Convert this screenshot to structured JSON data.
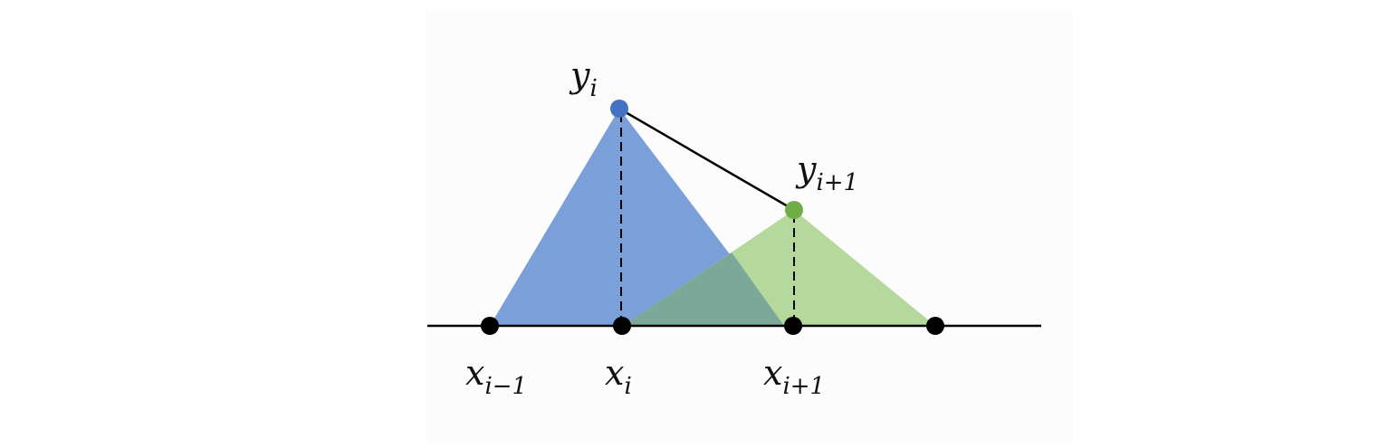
{
  "labels": {
    "y_i": {
      "base": "y",
      "sub": "i"
    },
    "y_i_plus_1": {
      "base": "y",
      "sub": "i+1"
    },
    "x_i_minus_1": {
      "base": "x",
      "sub": "i−1"
    },
    "x_i": {
      "base": "x",
      "sub": "i"
    },
    "x_i_plus_1": {
      "base": "x",
      "sub": "i+1"
    }
  },
  "colors": {
    "blue_fill": "#7b9fd8",
    "blue_point": "#4472c4",
    "green_fill": "#b5d89c",
    "green_point": "#70ad47",
    "overlap_fill": "#7ba898",
    "axis": "#000000",
    "node": "#000000"
  }
}
